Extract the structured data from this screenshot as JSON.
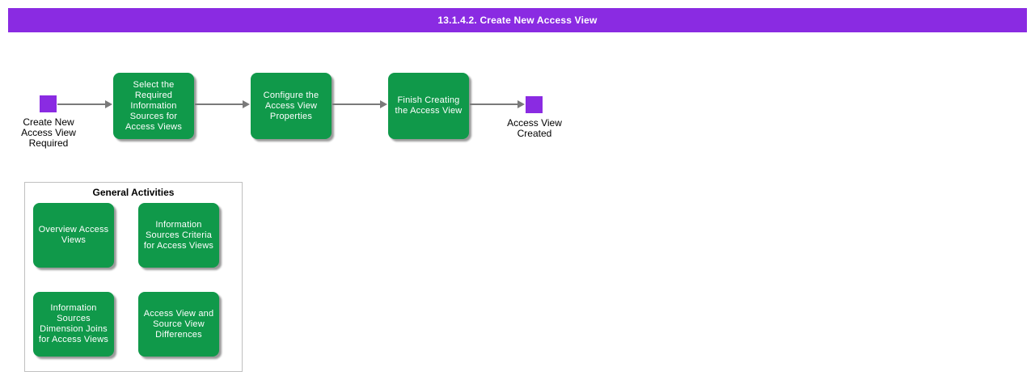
{
  "banner": {
    "title": "13.1.4.2. Create New Access View"
  },
  "flow": {
    "start": {
      "label": "Create New Access View Required"
    },
    "steps": [
      {
        "label": "Select the Required Information Sources for Access Views"
      },
      {
        "label": "Configure the Access View Properties"
      },
      {
        "label": "Finish Creating the Access View"
      }
    ],
    "end": {
      "label": "Access View Created"
    }
  },
  "panel": {
    "title": "General Activities",
    "activities": [
      {
        "label": "Overview Access Views"
      },
      {
        "label": "Information Sources Criteria for Access Views"
      },
      {
        "label": "Information Sources Dimension Joins for Access Views"
      },
      {
        "label": "Access View and Source View Differences"
      }
    ]
  },
  "colors": {
    "accent_purple": "#8A2BE2",
    "activity_green": "#10994A",
    "arrow_gray": "#7A7A7A",
    "panel_border": "#C0C0C0"
  }
}
